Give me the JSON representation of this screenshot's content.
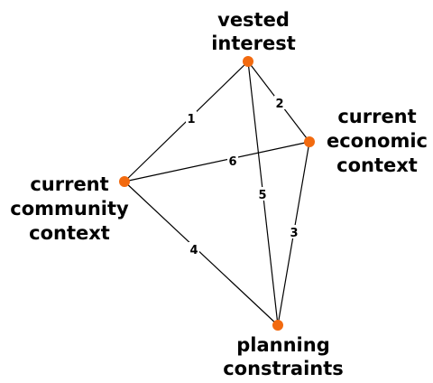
{
  "colors": {
    "node": "#f26a0f",
    "edge": "#000000",
    "text": "#000000",
    "background": "#ffffff"
  },
  "nodes": [
    {
      "id": "vested",
      "lines": [
        "vested",
        "interest"
      ]
    },
    {
      "id": "economic",
      "lines": [
        "current",
        "economic",
        "context"
      ]
    },
    {
      "id": "community",
      "lines": [
        "current",
        "community",
        "context"
      ]
    },
    {
      "id": "planning",
      "lines": [
        "planning",
        "constraints"
      ]
    }
  ],
  "edges": [
    {
      "from": "community",
      "to": "vested",
      "label": "1"
    },
    {
      "from": "vested",
      "to": "economic",
      "label": "2"
    },
    {
      "from": "economic",
      "to": "planning",
      "label": "3"
    },
    {
      "from": "community",
      "to": "planning",
      "label": "4"
    },
    {
      "from": "vested",
      "to": "planning",
      "label": "5"
    },
    {
      "from": "community",
      "to": "economic",
      "label": "6"
    }
  ]
}
